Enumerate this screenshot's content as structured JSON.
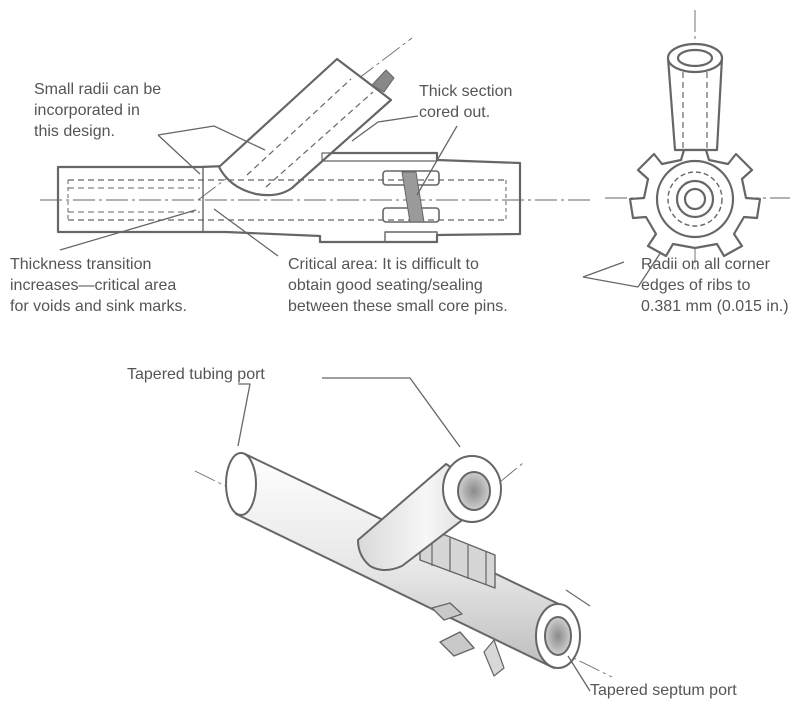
{
  "callouts": {
    "small_radii": [
      "Small radii can be",
      "incorporated in",
      "this design."
    ],
    "thick_section": [
      "Thick section",
      "cored out."
    ],
    "thickness_transition": [
      "Thickness transition",
      "increases—critical area",
      "for voids and sink marks."
    ],
    "critical_area": [
      "Critical area: It is difficult to",
      "obtain good seating/sealing",
      "between these small core pins."
    ],
    "radii_ribs": [
      "Radii on all corner",
      "edges of ribs to",
      "0.381 mm (0.015 in.)"
    ],
    "tubing_port": "Tapered tubing port",
    "septum_port": "Tapered septum port"
  },
  "colors": {
    "outline": "#666666",
    "text": "#555555",
    "fill_light": "#f4f4f4",
    "fill_mid": "#dcdcdc",
    "fill_dark": "#a8a8a8"
  }
}
